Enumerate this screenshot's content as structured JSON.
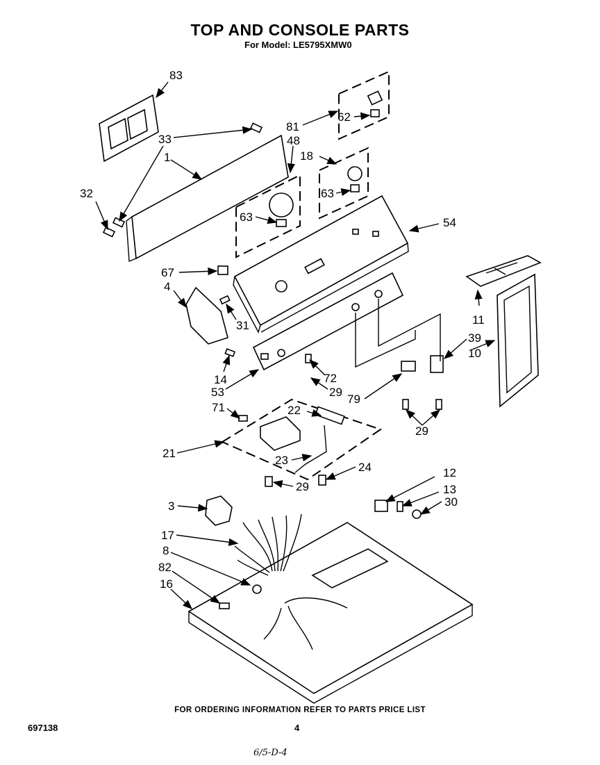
{
  "title": "TOP AND CONSOLE PARTS",
  "subtitle": "For Model: LE5795XMW0",
  "footer_note": "FOR ORDERING INFORMATION REFER TO PARTS PRICE LIST",
  "document_number": "697138",
  "page_number": "4",
  "handwritten_note": "6/5-D-4",
  "callouts": {
    "c83": "83",
    "c33": "33",
    "c1": "1",
    "c32": "32",
    "c81": "81",
    "c62": "62",
    "c48": "48",
    "c18": "18",
    "c63a": "63",
    "c63b": "63",
    "c54": "54",
    "c67": "67",
    "c4": "4",
    "c31": "31",
    "c11": "11",
    "c39": "39",
    "c10": "10",
    "c14": "14",
    "c53": "53",
    "c72": "72",
    "c29a": "29",
    "c71": "71",
    "c79": "79",
    "c22": "22",
    "c29b": "29",
    "c21": "21",
    "c23": "23",
    "c24": "24",
    "c29c": "29",
    "c12": "12",
    "c13": "13",
    "c30": "30",
    "c3": "3",
    "c17": "17",
    "c8": "8",
    "c82": "82",
    "c16": "16"
  }
}
